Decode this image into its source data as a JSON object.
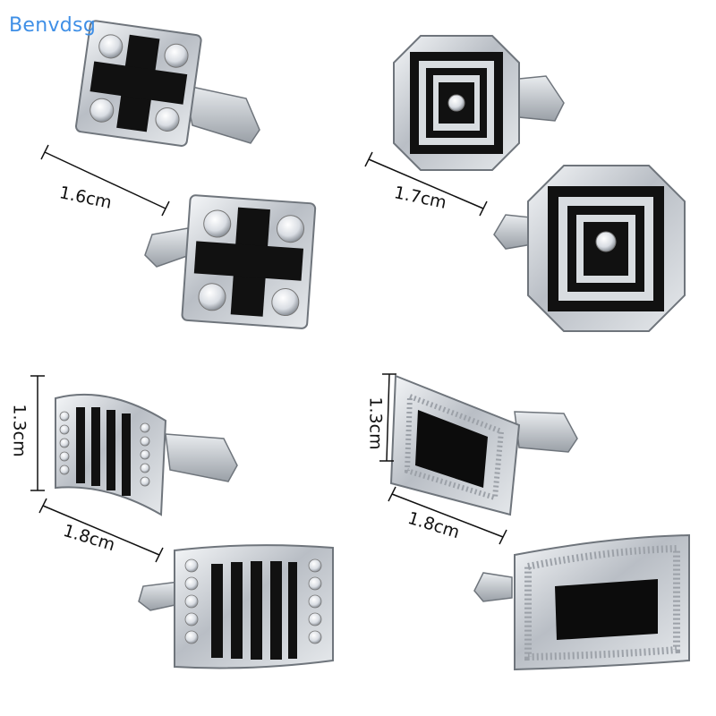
{
  "watermark": "Benvdsg",
  "colors": {
    "silver": "#cfd3d8",
    "silver_dark": "#8b9097",
    "enamel": "#101010",
    "crystal": "#eef1f5",
    "watermark": "#3f8fe6"
  },
  "products": [
    {
      "shape": "square-cross",
      "dimension": "1.6cm"
    },
    {
      "shape": "octagon-concentric",
      "dimension": "1.7cm"
    },
    {
      "shape": "rect-stripes",
      "height": "1.3cm",
      "width": "1.8cm"
    },
    {
      "shape": "rect-grid-onyx",
      "height": "1.3cm",
      "width": "1.8cm"
    }
  ]
}
